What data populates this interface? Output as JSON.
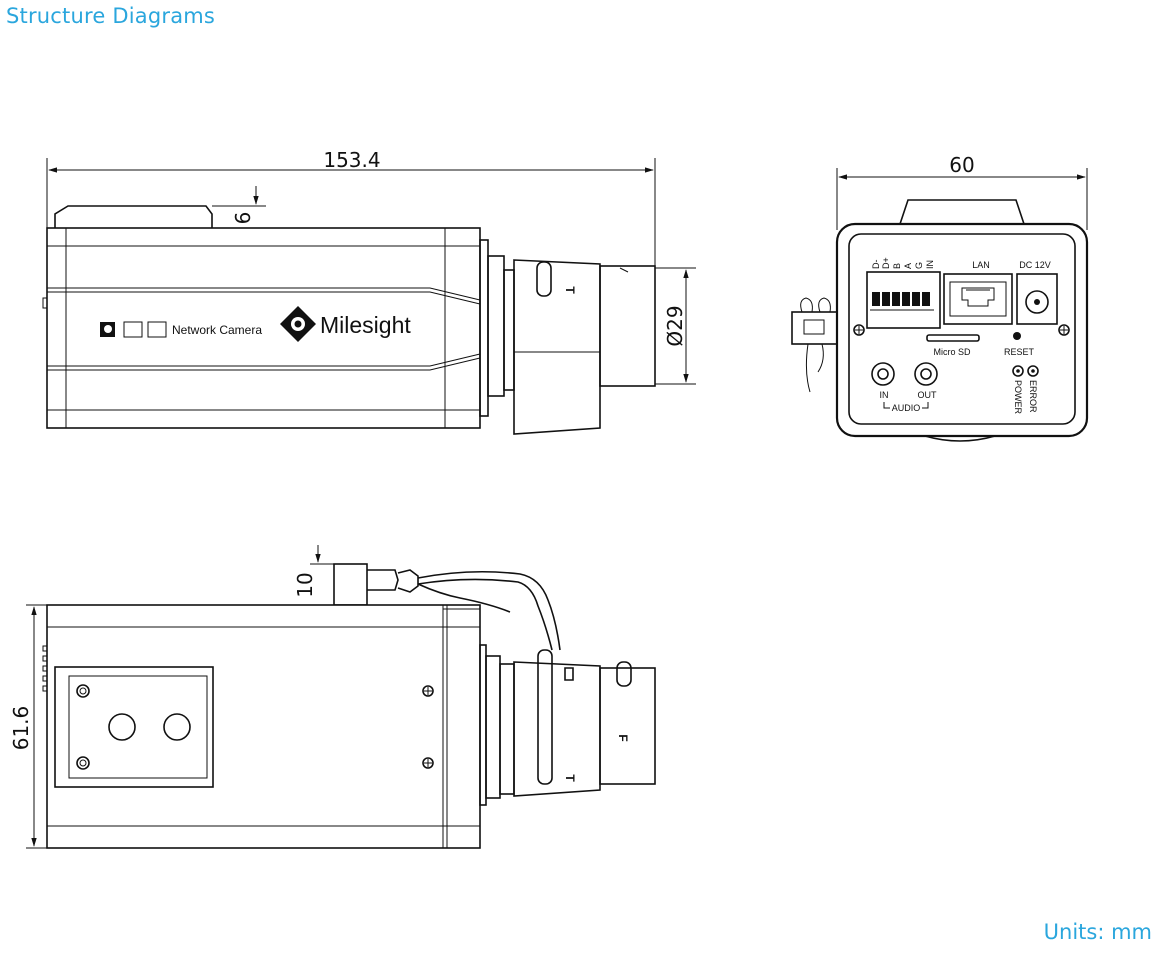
{
  "header": {
    "title": "Structure Diagrams"
  },
  "footer": {
    "units": "Units: mm"
  },
  "front_view": {
    "length_dim": "153.4",
    "top_offset_dim": "6",
    "lens_diameter_dim": "Ø29",
    "product_label": "Network Camera",
    "brand": "Milesight",
    "lens_mark": "T"
  },
  "rear_view": {
    "width_dim": "60",
    "terminals": [
      "D-",
      "D+",
      "B",
      "A",
      "G",
      "IN"
    ],
    "lan_label": "LAN",
    "dc_label": "DC 12V",
    "microsd_label": "Micro SD",
    "reset_label": "RESET",
    "audio_in_label": "IN",
    "audio_out_label": "OUT",
    "audio_label": "AUDIO",
    "power_label": "POWER",
    "error_label": "ERROR"
  },
  "bottom_view": {
    "height_dim": "61.6",
    "cable_offset_dim": "10",
    "lens_mark_f": "F",
    "lens_mark_t": "T"
  }
}
